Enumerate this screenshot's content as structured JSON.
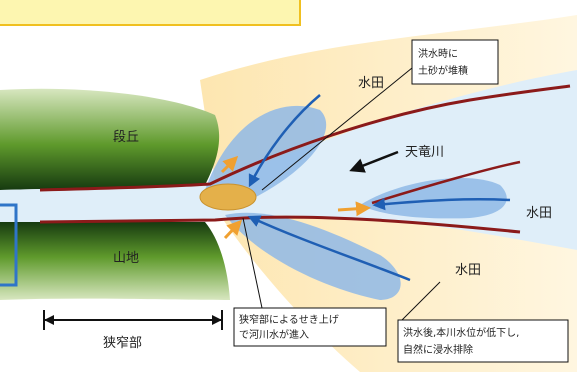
{
  "labels": {
    "terrace": "段丘",
    "mountain": "山地",
    "river": "天竜川",
    "paddy_top": "水田",
    "paddy_right": "水田",
    "paddy_bottom": "水田",
    "narrow": "狭窄部"
  },
  "callouts": {
    "flood_sediment": [
      "洪水時に",
      "土砂が堆積"
    ],
    "backwater": [
      "狭窄部によるせき上げ",
      "で河川水が進入"
    ],
    "drainage": [
      "洪水後,本川水位が低下し,",
      "自然に浸水排除"
    ]
  },
  "colors": {
    "river": "#dfeef9",
    "flood_lobe": "#8fb8e6",
    "arrow_blue": "#1f5fb4",
    "levee": "#8b1a1a",
    "sediment": "#e4b04a",
    "terrace": "#5a8a2e",
    "highlight_box": "#f5e46a",
    "left_frame": "#2f75c8"
  }
}
